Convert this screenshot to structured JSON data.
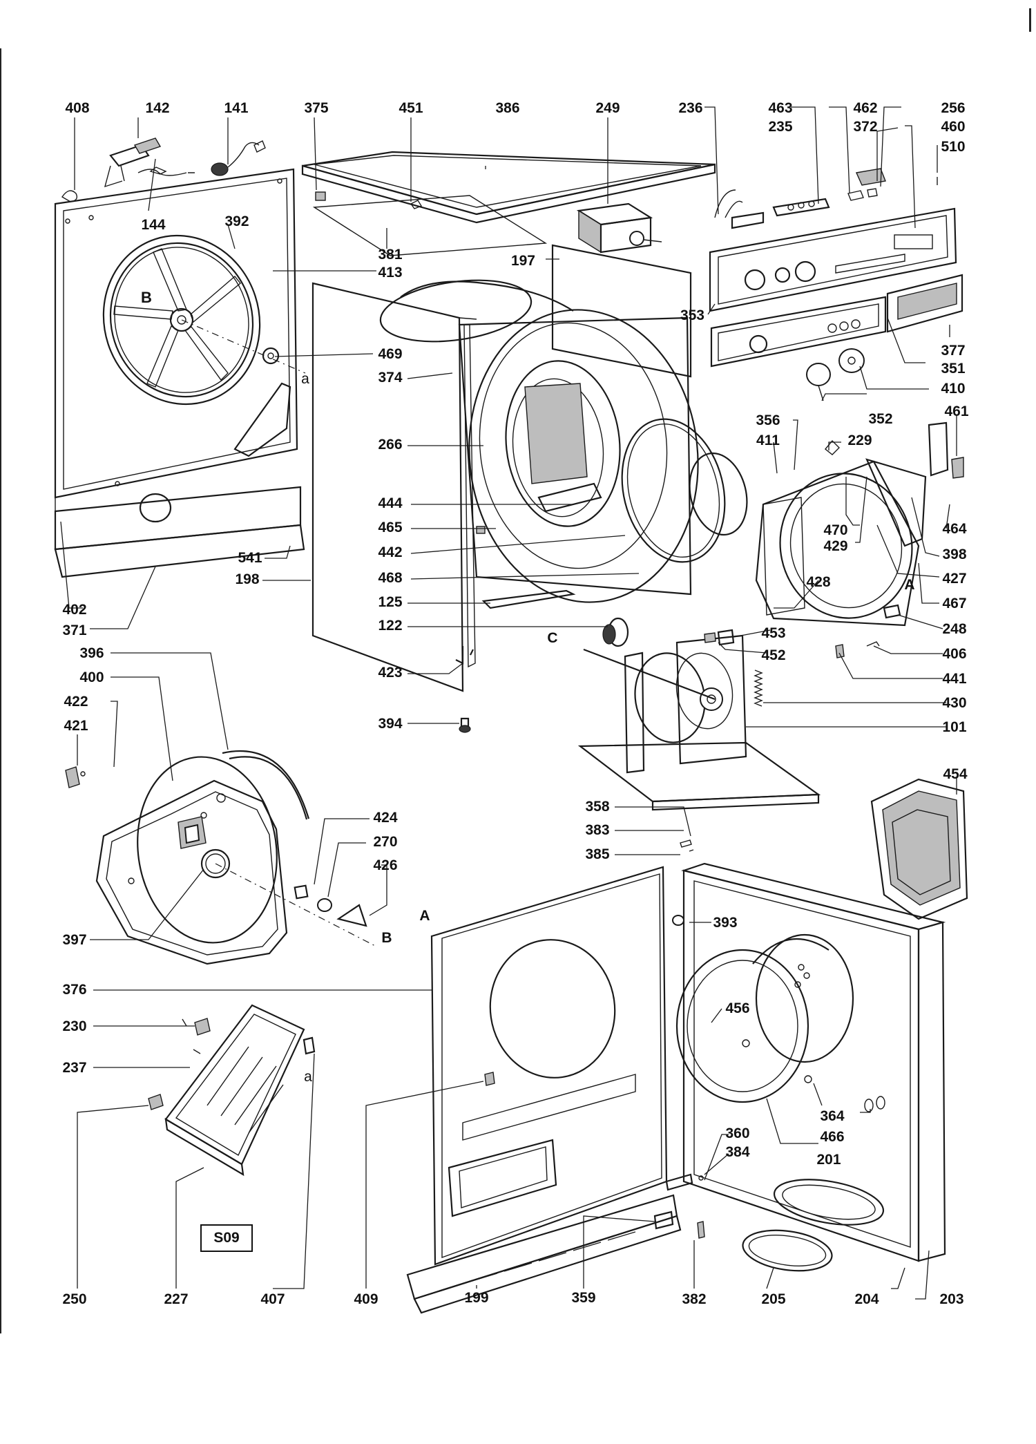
{
  "diagram": {
    "ref_code": "S09",
    "part_labels": [
      "408",
      "142",
      "141",
      "375",
      "451",
      "386",
      "249",
      "236",
      "463",
      "462",
      "256",
      "235",
      "372",
      "460",
      "510",
      "144",
      "392",
      "381",
      "413",
      "197",
      "353",
      "377",
      "351",
      "410",
      "352",
      "469",
      "374",
      "266",
      "356",
      "411",
      "229",
      "461",
      "444",
      "465",
      "442",
      "468",
      "470",
      "429",
      "398",
      "464",
      "427",
      "428",
      "467",
      "125",
      "122",
      "453",
      "452",
      "248",
      "406",
      "441",
      "430",
      "101",
      "402",
      "371",
      "541",
      "198",
      "423",
      "394",
      "396",
      "400",
      "422",
      "421",
      "424",
      "270",
      "426",
      "397",
      "376",
      "358",
      "383",
      "385",
      "393",
      "454",
      "456",
      "364",
      "466",
      "201",
      "230",
      "237",
      "250",
      "227",
      "407",
      "409",
      "199",
      "359",
      "382",
      "205",
      "204",
      "203",
      "360",
      "384"
    ],
    "callout_letters": [
      "B",
      "a",
      "A",
      "C",
      "B",
      "A",
      "a"
    ]
  }
}
